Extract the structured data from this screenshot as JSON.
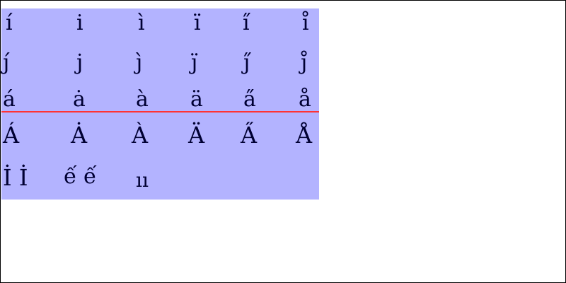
{
  "rows": [
    {
      "id": "dotless-i",
      "glyphs": [
        "ı́",
        "i",
        "ı̀",
        "ı̈",
        "ı̋",
        "ı̊"
      ]
    },
    {
      "id": "dotless-j",
      "glyphs": [
        "ȷ́",
        "j",
        "ȷ̀",
        "ȷ̈",
        "ȷ̋",
        "ȷ̊"
      ]
    },
    {
      "id": "a-lower",
      "glyphs": [
        "á",
        "ȧ",
        "à",
        "ä",
        "a̋",
        "å"
      ]
    },
    {
      "id": "a-upper",
      "glyphs": [
        "Á",
        "Ȧ",
        "À",
        "Ä",
        "A̋",
        "Å"
      ]
    }
  ],
  "last_row": {
    "dotted_i_pair": "İ İ",
    "e_pair": "ế ế",
    "ii_pair": "ıı"
  },
  "colors": {
    "panel": "#b3b3ff",
    "text": "#000033",
    "rule": "#ff3333",
    "border": "#000000",
    "background": "#ffffff"
  }
}
